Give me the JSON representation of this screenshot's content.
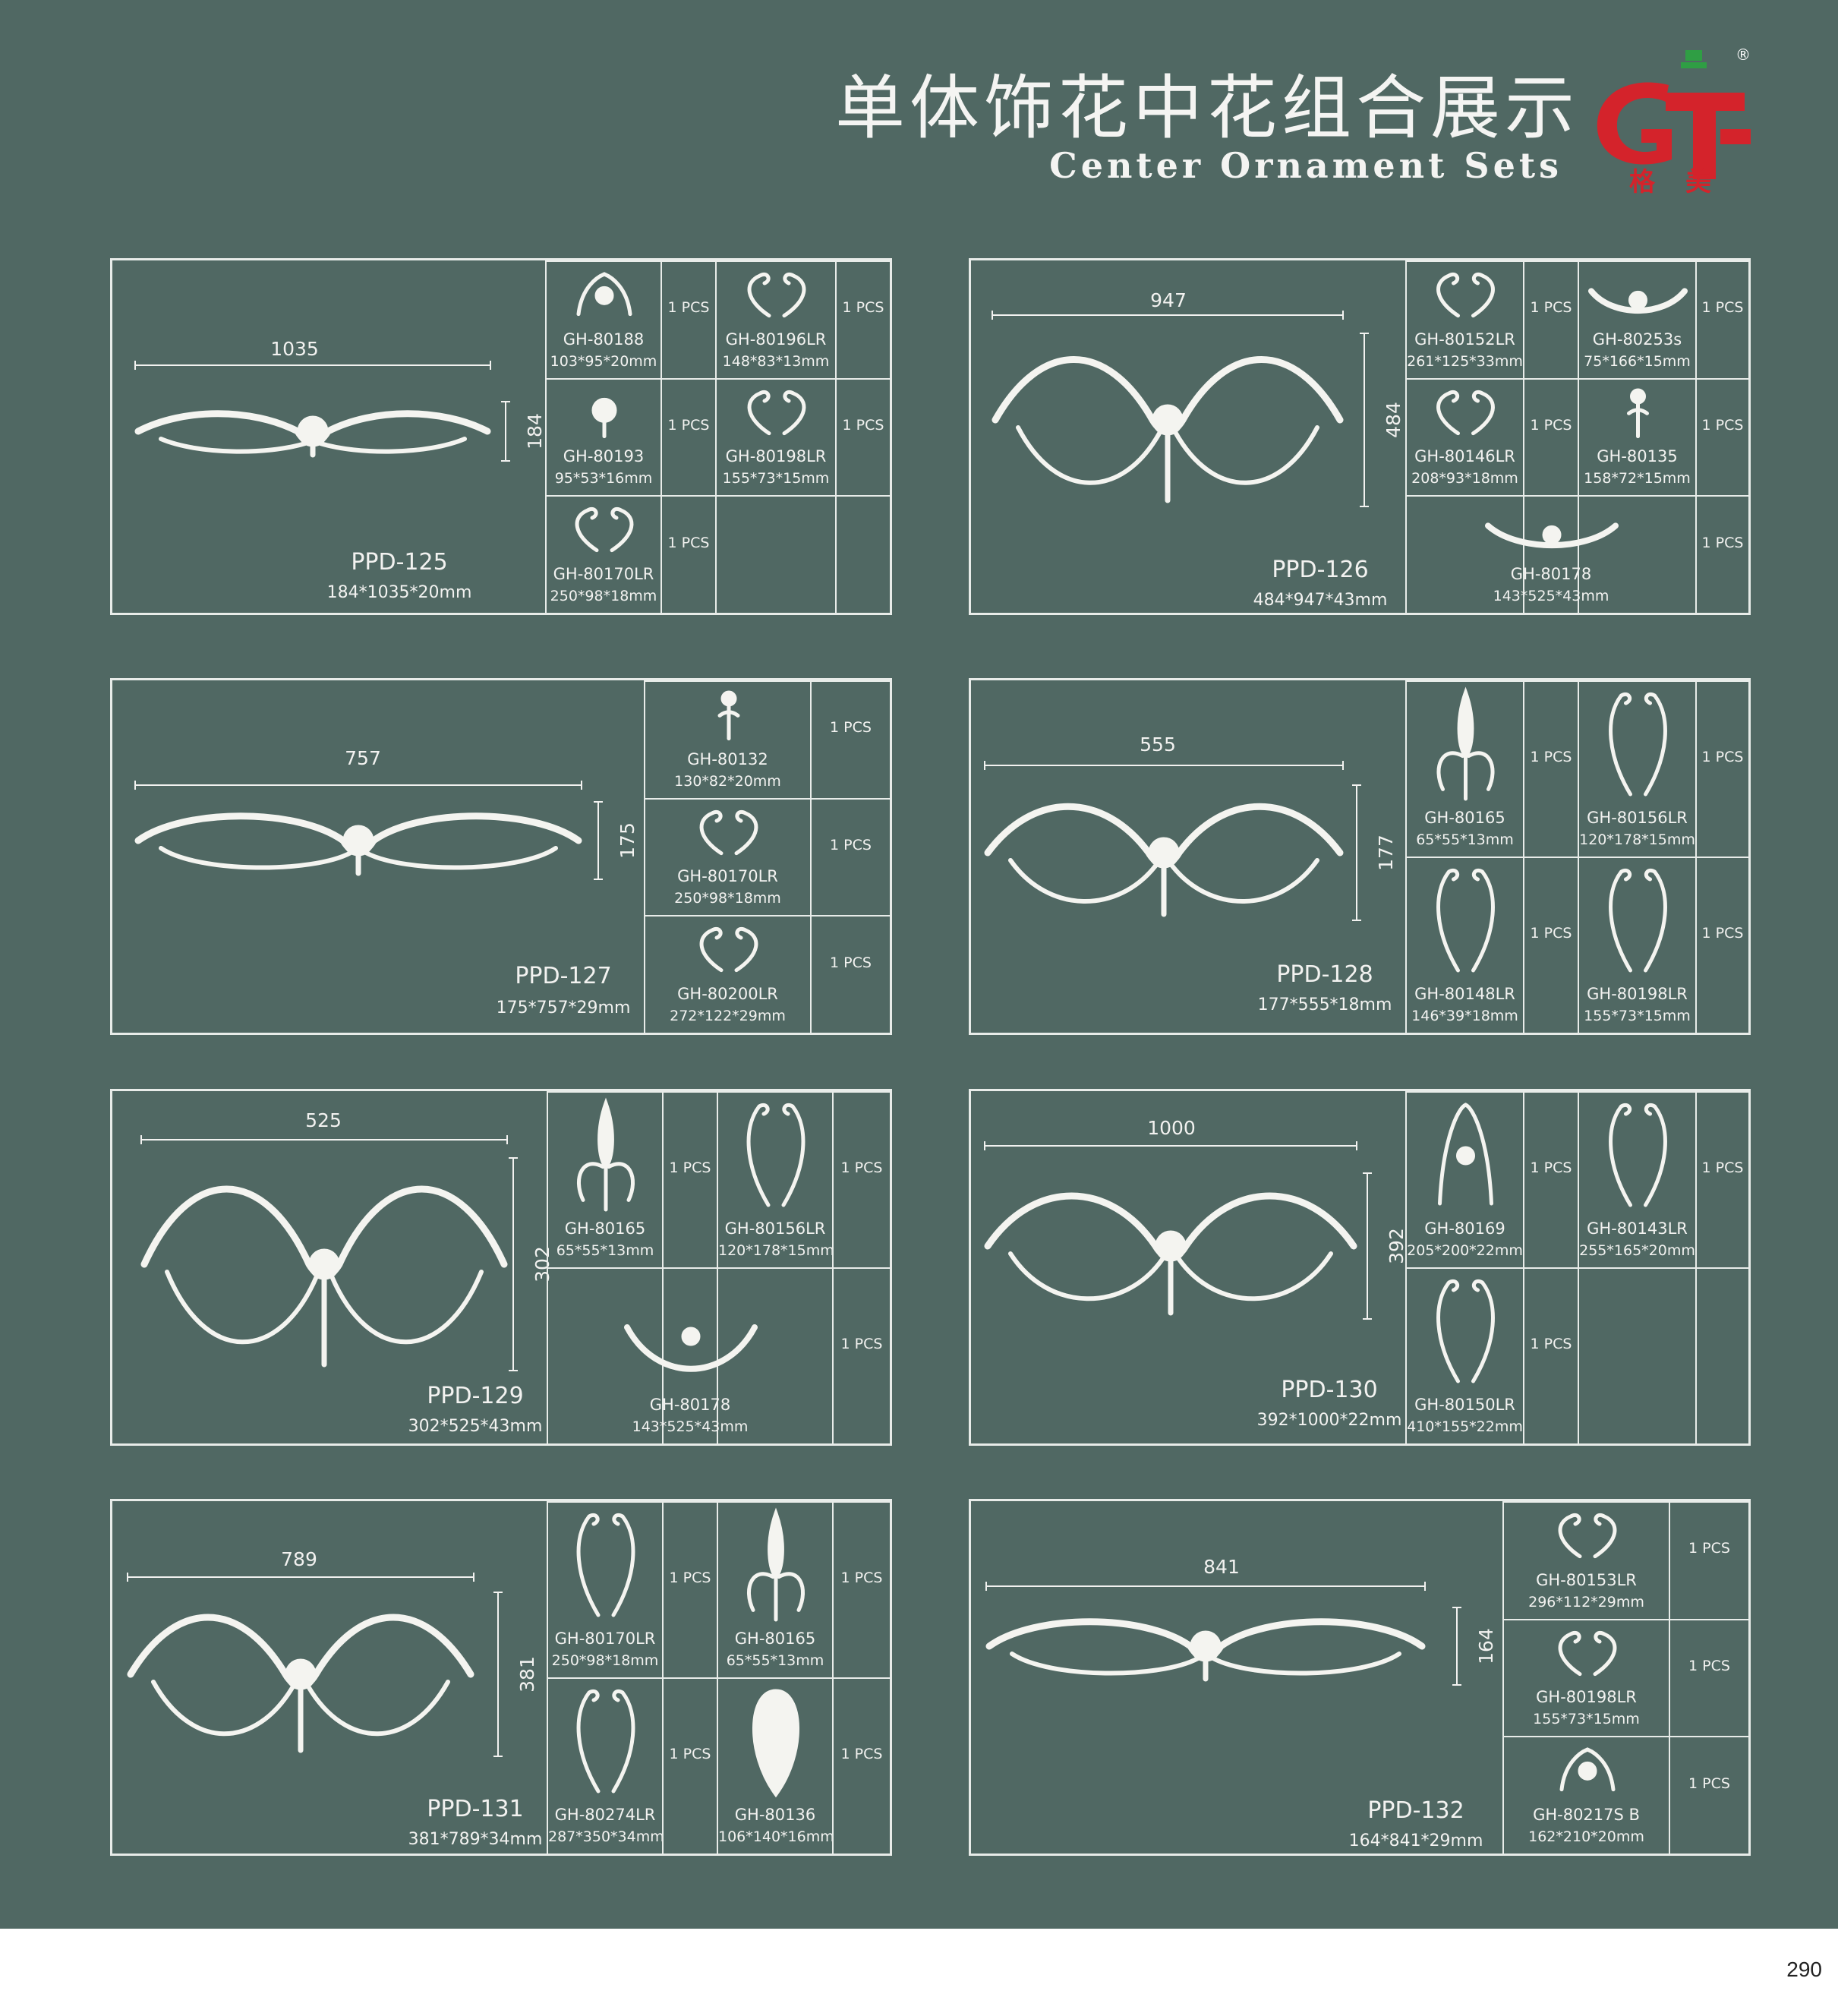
{
  "header": {
    "title_cn": "单体饰花中花组合展示",
    "title_en": "Center Ornament Sets"
  },
  "logo": {
    "name": "格美",
    "registered": "®",
    "colors": {
      "red": "#d4232b",
      "green": "#2f9e44"
    }
  },
  "page_number": "290",
  "colors": {
    "background": "#506863",
    "line": "#e8ece9",
    "ornament": "#f4f4f0"
  },
  "panels": [
    {
      "code": "PPD-125",
      "size": "184*1035*20mm",
      "width_label": "1035",
      "height_label": "184",
      "components": [
        {
          "code": "GH-80188",
          "size": "103*95*20mm",
          "qty": "1 PCS",
          "icon": "ornament-crest-icon"
        },
        {
          "code": "GH-80196LR",
          "size": "148*83*13mm",
          "qty": "1 PCS",
          "icon": "ornament-scroll-pair-icon"
        },
        {
          "code": "GH-80193",
          "size": "95*53*16mm",
          "qty": "1 PCS",
          "icon": "ornament-flower-icon"
        },
        {
          "code": "GH-80198LR",
          "size": "155*73*15mm",
          "qty": "1 PCS",
          "icon": "ornament-scroll-pair-icon"
        },
        {
          "code": "GH-80170LR",
          "size": "250*98*18mm",
          "qty": "1 PCS",
          "icon": "ornament-scroll-pair-icon"
        }
      ]
    },
    {
      "code": "PPD-126",
      "size": "484*947*43mm",
      "width_label": "947",
      "height_label": "484",
      "components": [
        {
          "code": "GH-80152LR",
          "size": "261*125*33mm",
          "qty": "1 PCS",
          "icon": "ornament-scroll-pair-icon"
        },
        {
          "code": "GH-80253s",
          "size": "75*166*15mm",
          "qty": "1 PCS",
          "icon": "ornament-swag-icon"
        },
        {
          "code": "GH-80146LR",
          "size": "208*93*18mm",
          "qty": "1 PCS",
          "icon": "ornament-scroll-pair-icon"
        },
        {
          "code": "GH-80135",
          "size": "158*72*15mm",
          "qty": "1 PCS",
          "icon": "ornament-drop-icon"
        },
        {
          "code": "GH-80178",
          "size": "143*525*43mm",
          "qty": "1 PCS",
          "icon": "ornament-swag-icon"
        }
      ]
    },
    {
      "code": "PPD-127",
      "size": "175*757*29mm",
      "width_label": "757",
      "height_label": "175",
      "components": [
        {
          "code": "GH-80132",
          "size": "130*82*20mm",
          "qty": "1 PCS",
          "icon": "ornament-drop-icon"
        },
        {
          "code": "GH-80170LR",
          "size": "250*98*18mm",
          "qty": "1 PCS",
          "icon": "ornament-scroll-pair-icon"
        },
        {
          "code": "GH-80200LR",
          "size": "272*122*29mm",
          "qty": "1 PCS",
          "icon": "ornament-scroll-pair-icon"
        }
      ]
    },
    {
      "code": "PPD-128",
      "size": "177*555*18mm",
      "width_label": "555",
      "height_label": "177",
      "components": [
        {
          "code": "GH-80165",
          "size": "65*55*13mm",
          "qty": "1 PCS",
          "icon": "ornament-fleur-de-lis-icon"
        },
        {
          "code": "GH-80156LR",
          "size": "120*178*15mm",
          "qty": "1 PCS",
          "icon": "ornament-scroll-pair-icon"
        },
        {
          "code": "GH-80148LR",
          "size": "146*39*18mm",
          "qty": "1 PCS",
          "icon": "ornament-scroll-pair-icon"
        },
        {
          "code": "GH-80198LR",
          "size": "155*73*15mm",
          "qty": "1 PCS",
          "icon": "ornament-scroll-pair-icon"
        }
      ]
    },
    {
      "code": "PPD-129",
      "size": "302*525*43mm",
      "width_label": "525",
      "height_label": "302",
      "components": [
        {
          "code": "GH-80165",
          "size": "65*55*13mm",
          "qty": "1 PCS",
          "icon": "ornament-fleur-de-lis-icon"
        },
        {
          "code": "GH-80156LR",
          "size": "120*178*15mm",
          "qty": "1 PCS",
          "icon": "ornament-scroll-pair-icon"
        },
        {
          "code": "GH-80178",
          "size": "143*525*43mm",
          "qty": "1 PCS",
          "icon": "ornament-swag-icon"
        }
      ]
    },
    {
      "code": "PPD-130",
      "size": "392*1000*22mm",
      "width_label": "1000",
      "height_label": "392",
      "components": [
        {
          "code": "GH-80169",
          "size": "205*200*22mm",
          "qty": "1 PCS",
          "icon": "ornament-crest-icon"
        },
        {
          "code": "GH-80143LR",
          "size": "255*165*20mm",
          "qty": "1 PCS",
          "icon": "ornament-scroll-pair-icon"
        },
        {
          "code": "GH-80150LR",
          "size": "410*155*22mm",
          "qty": "1 PCS",
          "icon": "ornament-scroll-pair-icon"
        }
      ]
    },
    {
      "code": "PPD-131",
      "size": "381*789*34mm",
      "width_label": "789",
      "height_label": "381",
      "components": [
        {
          "code": "GH-80170LR",
          "size": "250*98*18mm",
          "qty": "1 PCS",
          "icon": "ornament-scroll-pair-icon"
        },
        {
          "code": "GH-80165",
          "size": "65*55*13mm",
          "qty": "1 PCS",
          "icon": "ornament-fleur-de-lis-icon"
        },
        {
          "code": "GH-80274LR",
          "size": "287*350*34mm",
          "qty": "1 PCS",
          "icon": "ornament-scroll-pair-icon"
        },
        {
          "code": "GH-80136",
          "size": "106*140*16mm",
          "qty": "1 PCS",
          "icon": "ornament-shell-icon"
        }
      ]
    },
    {
      "code": "PPD-132",
      "size": "164*841*29mm",
      "width_label": "841",
      "height_label": "164",
      "components": [
        {
          "code": "GH-80153LR",
          "size": "296*112*29mm",
          "qty": "1 PCS",
          "icon": "ornament-scroll-pair-icon"
        },
        {
          "code": "GH-80198LR",
          "size": "155*73*15mm",
          "qty": "1 PCS",
          "icon": "ornament-scroll-pair-icon"
        },
        {
          "code": "GH-80217S B",
          "size": "162*210*20mm",
          "qty": "1 PCS",
          "icon": "ornament-crest-icon"
        }
      ]
    }
  ]
}
